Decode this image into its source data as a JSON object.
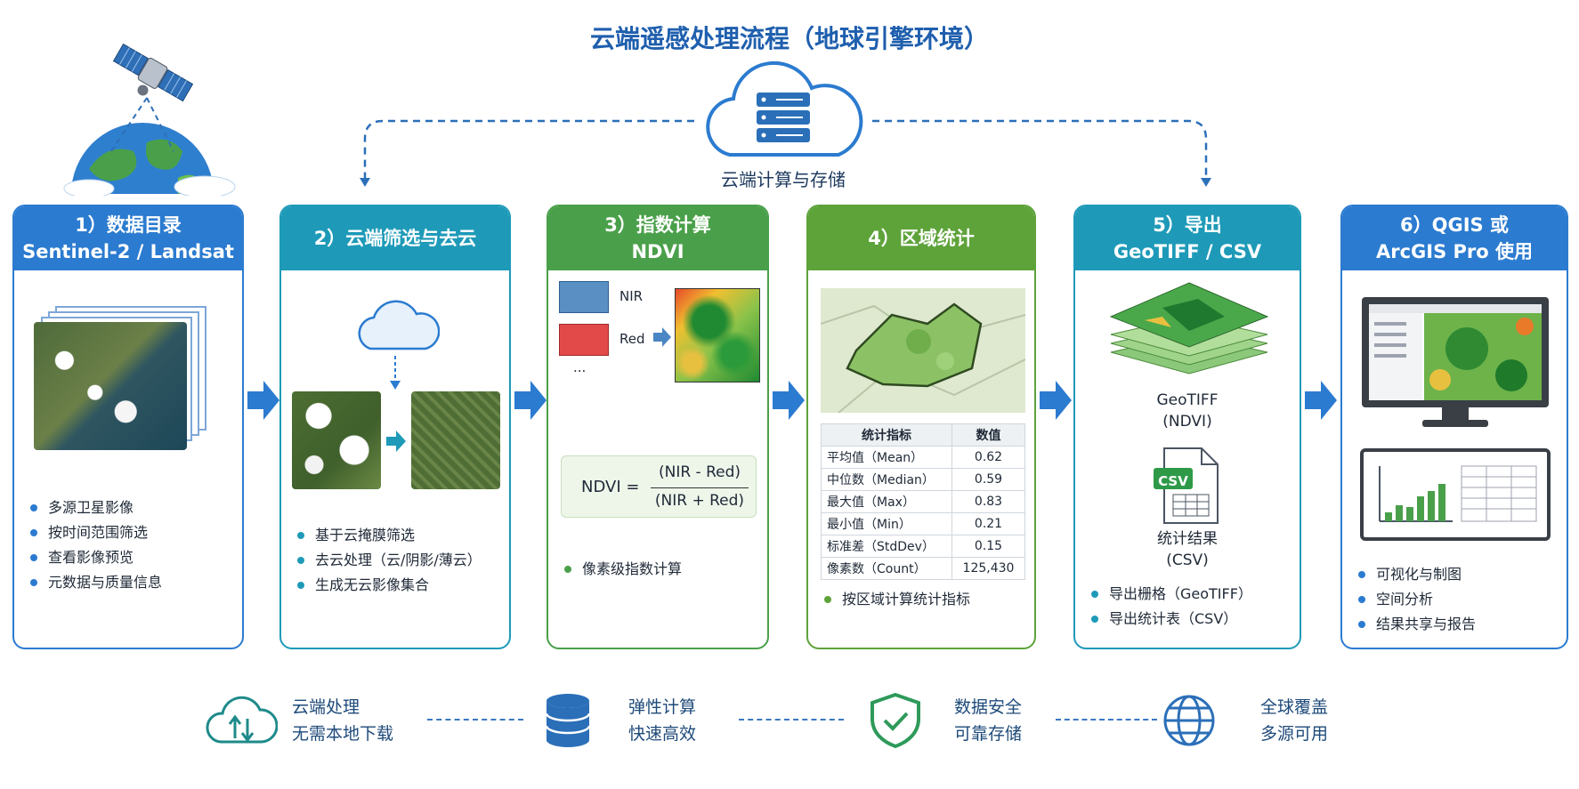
{
  "title": "云端遥感处理流程（地球引擎环境）",
  "cloud_hub": {
    "label": "云端计算与存储"
  },
  "steps": [
    {
      "title_line1": "1）数据目录",
      "title_line2": "Sentinel-2 / Landsat",
      "bullets": [
        "多源卫星影像",
        "按时间范围筛选",
        "查看影像预览",
        "元数据与质量信息"
      ]
    },
    {
      "title_line1": "2）云端筛选与去云",
      "title_line2": "",
      "bullets": [
        "基于云掩膜筛选",
        "去云处理（云/阴影/薄云）",
        "生成无云影像集合"
      ]
    },
    {
      "title_line1": "3）指数计算",
      "title_line2": "NDVI",
      "bands": [
        "NIR",
        "Red",
        "..."
      ],
      "formula": {
        "lhs": "NDVI =",
        "numerator": "(NIR - Red)",
        "denominator": "(NIR + Red)"
      },
      "bullets": [
        "像素级指数计算"
      ]
    },
    {
      "title_line1": "4）区域统计",
      "title_line2": "",
      "table_header": [
        "统计指标",
        "数值"
      ],
      "table_rows": [
        [
          "平均值（Mean）",
          "0.62"
        ],
        [
          "中位数（Median）",
          "0.59"
        ],
        [
          "最大值（Max）",
          "0.83"
        ],
        [
          "最小值（Min）",
          "0.21"
        ],
        [
          "标准差（StdDev）",
          "0.15"
        ],
        [
          "像素数（Count）",
          "125,430"
        ]
      ],
      "bullets": [
        "按区域计算统计指标"
      ]
    },
    {
      "title_line1": "5）导出",
      "title_line2": "GeoTIFF / CSV",
      "geotiff_caption1": "GeoTIFF",
      "geotiff_caption2": "(NDVI)",
      "csv_badge": "CSV",
      "csv_caption1": "统计结果",
      "csv_caption2": "(CSV)",
      "bullets": [
        "导出栅格（GeoTIFF）",
        "导出统计表（CSV）"
      ]
    },
    {
      "title_line1": "6）QGIS 或",
      "title_line2": "ArcGIS Pro 使用",
      "bullets": [
        "可视化与制图",
        "空间分析",
        "结果共享与报告"
      ]
    }
  ],
  "features": [
    {
      "line1": "云端处理",
      "line2": "无需本地下载",
      "icon": "cloud-sync-icon"
    },
    {
      "line1": "弹性计算",
      "line2": "快速高效",
      "icon": "database-icon"
    },
    {
      "line1": "数据安全",
      "line2": "可靠存储",
      "icon": "shield-check-icon"
    },
    {
      "line1": "全球覆盖",
      "line2": "多源可用",
      "icon": "globe-icon"
    }
  ],
  "colors": {
    "blue": "#2b7bd0",
    "teal": "#1e9ab8",
    "green": "#4aa04a",
    "title": "#1f5fae"
  }
}
